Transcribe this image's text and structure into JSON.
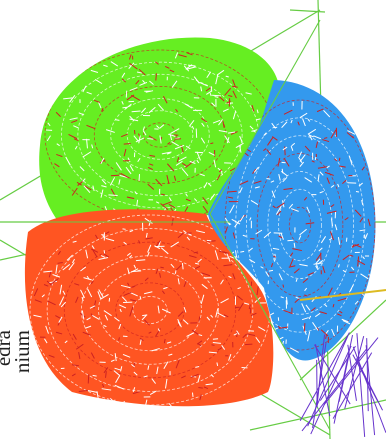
{
  "figure": {
    "side_label": "edra\nnium"
  },
  "colors": {
    "green_region": "#66ee22",
    "blue_region": "#3399ee",
    "orange_region": "#ff5522",
    "frame_line": "#66cc44",
    "texture_red": "#cc2222",
    "texture_white": "#ffffff",
    "purple_lines": "#6633cc",
    "yellow_line": "#ddbb22"
  },
  "regions": [
    {
      "name": "green-region",
      "color_key": "green_region"
    },
    {
      "name": "blue-region",
      "color_key": "blue_region"
    },
    {
      "name": "orange-region",
      "color_key": "orange_region"
    }
  ]
}
